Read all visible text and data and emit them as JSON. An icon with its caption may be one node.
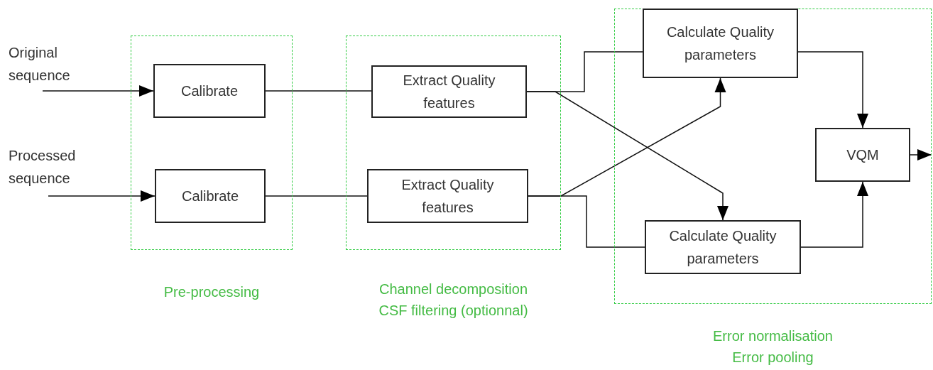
{
  "diagram": {
    "nodes": [
      {
        "text": [
          "Pre-processing"
        ]
      },
      {
        "text": [
          "Calibrate"
        ],
        "in": 0
      },
      {
        "text": [
          "Calibrate"
        ],
        "in": 0
      },
      {
        "text": [
          "Channel decomposition CSF filtering (optionnal)"
        ]
      },
      {
        "text": [
          "Extract Quality features"
        ],
        "in": 3
      },
      {
        "text": [
          "Extract Quality features"
        ],
        "in": 3
      },
      {
        "text": [
          "Error normalisation Error pooling"
        ]
      },
      {
        "text": [
          "Calculate Quality parameters"
        ],
        "in": 6
      },
      {
        "text": [
          "Calculate Quality parameters"
        ],
        "in": 6
      },
      {
        "text": [
          "VQM"
        ],
        "in": 6
      },
      {
        "text": [
          "Original sequence"
        ]
      },
      {
        "text": [
          "Processed sequence"
        ]
      }
    ],
    "edges": [
      {
        "from": 10,
        "to": 1,
        "arrow": "to"
      },
      {
        "from": 11,
        "to": 2,
        "arrow": "to"
      },
      {
        "from": 1,
        "to": 4,
        "arrow": "none"
      },
      {
        "from": 2,
        "to": 5,
        "arrow": "none"
      },
      {
        "from": 4,
        "to": 7,
        "arrow": "none"
      },
      {
        "from": 4,
        "to": 8,
        "arrow": "to"
      },
      {
        "from": 5,
        "to": 7,
        "arrow": "to"
      },
      {
        "from": 5,
        "to": 8,
        "arrow": "none"
      },
      {
        "from": 7,
        "to": 9,
        "arrow": "to"
      },
      {
        "from": 8,
        "to": 9,
        "arrow": "to"
      },
      {
        "from": 9,
        "to": null,
        "arrow": "to"
      }
    ]
  }
}
